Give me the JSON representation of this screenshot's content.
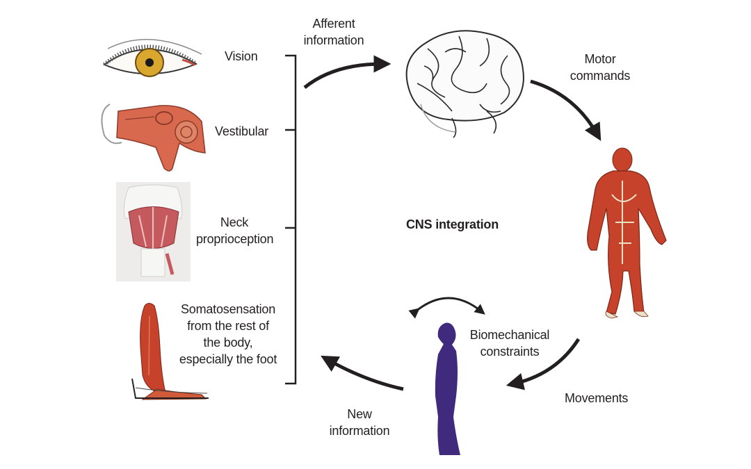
{
  "inputs": {
    "vision": "Vision",
    "vestibular": "Vestibular",
    "neck": [
      "Neck",
      "proprioception"
    ],
    "somato": [
      "Somatosensation",
      "from the rest of",
      "the body,",
      "especially the foot"
    ]
  },
  "flow": {
    "afferent": [
      "Afferent",
      "information"
    ],
    "motor": [
      "Motor",
      "commands"
    ],
    "center": "CNS integration",
    "biomech": [
      "Biomechanical",
      "constraints"
    ],
    "movements": "Movements",
    "new_info": [
      "New",
      "information"
    ]
  },
  "colors": {
    "ink": "#231f20",
    "muscle": "#c7422a",
    "muscle_light": "#e07a5a",
    "silhouette": "#3f2a7d",
    "iris": "#d9a62e",
    "bone": "#e9e2c6"
  },
  "icons": {
    "eye": "eye-icon",
    "ear": "inner-ear-icon",
    "neck": "neck-muscles-icon",
    "leg": "leg-foot-icon",
    "brain": "brain-icon",
    "muscle_body": "muscular-body-icon",
    "silhouette": "human-silhouette-icon"
  }
}
